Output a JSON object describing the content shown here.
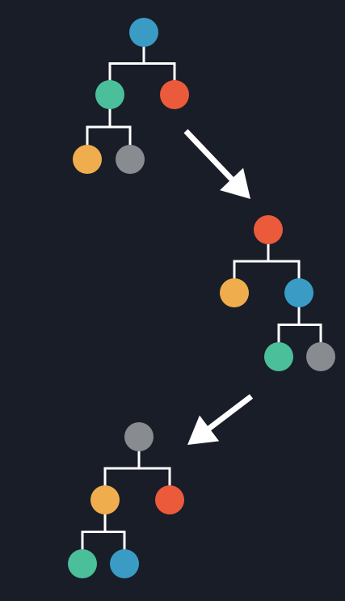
{
  "background": "#181d28",
  "edge_color": "#ffffff",
  "node_colors": {
    "blue": "#3a9cc4",
    "red": "#ec5a3c",
    "green": "#4bbf9a",
    "orange": "#f0ad4e",
    "gray": "#888c91"
  },
  "trees": [
    {
      "id": "tree-1",
      "nodes": [
        {
          "id": "root",
          "color": "blue"
        },
        {
          "id": "left",
          "color": "green",
          "parent": "root"
        },
        {
          "id": "right",
          "color": "red",
          "parent": "root"
        },
        {
          "id": "left-left",
          "color": "orange",
          "parent": "left"
        },
        {
          "id": "left-right",
          "color": "gray",
          "parent": "left"
        }
      ]
    },
    {
      "id": "tree-2",
      "nodes": [
        {
          "id": "root",
          "color": "red"
        },
        {
          "id": "left",
          "color": "orange",
          "parent": "root"
        },
        {
          "id": "right",
          "color": "blue",
          "parent": "root"
        },
        {
          "id": "right-left",
          "color": "green",
          "parent": "right"
        },
        {
          "id": "right-right",
          "color": "gray",
          "parent": "right"
        }
      ]
    },
    {
      "id": "tree-3",
      "nodes": [
        {
          "id": "root",
          "color": "gray"
        },
        {
          "id": "left",
          "color": "orange",
          "parent": "root"
        },
        {
          "id": "right",
          "color": "red",
          "parent": "root"
        },
        {
          "id": "left-left",
          "color": "green",
          "parent": "left"
        },
        {
          "id": "left-right",
          "color": "blue",
          "parent": "left"
        }
      ]
    }
  ],
  "arrows": [
    {
      "id": "arrow-1",
      "from": "tree-1",
      "to": "tree-2"
    },
    {
      "id": "arrow-2",
      "from": "tree-2",
      "to": "tree-3"
    }
  ]
}
